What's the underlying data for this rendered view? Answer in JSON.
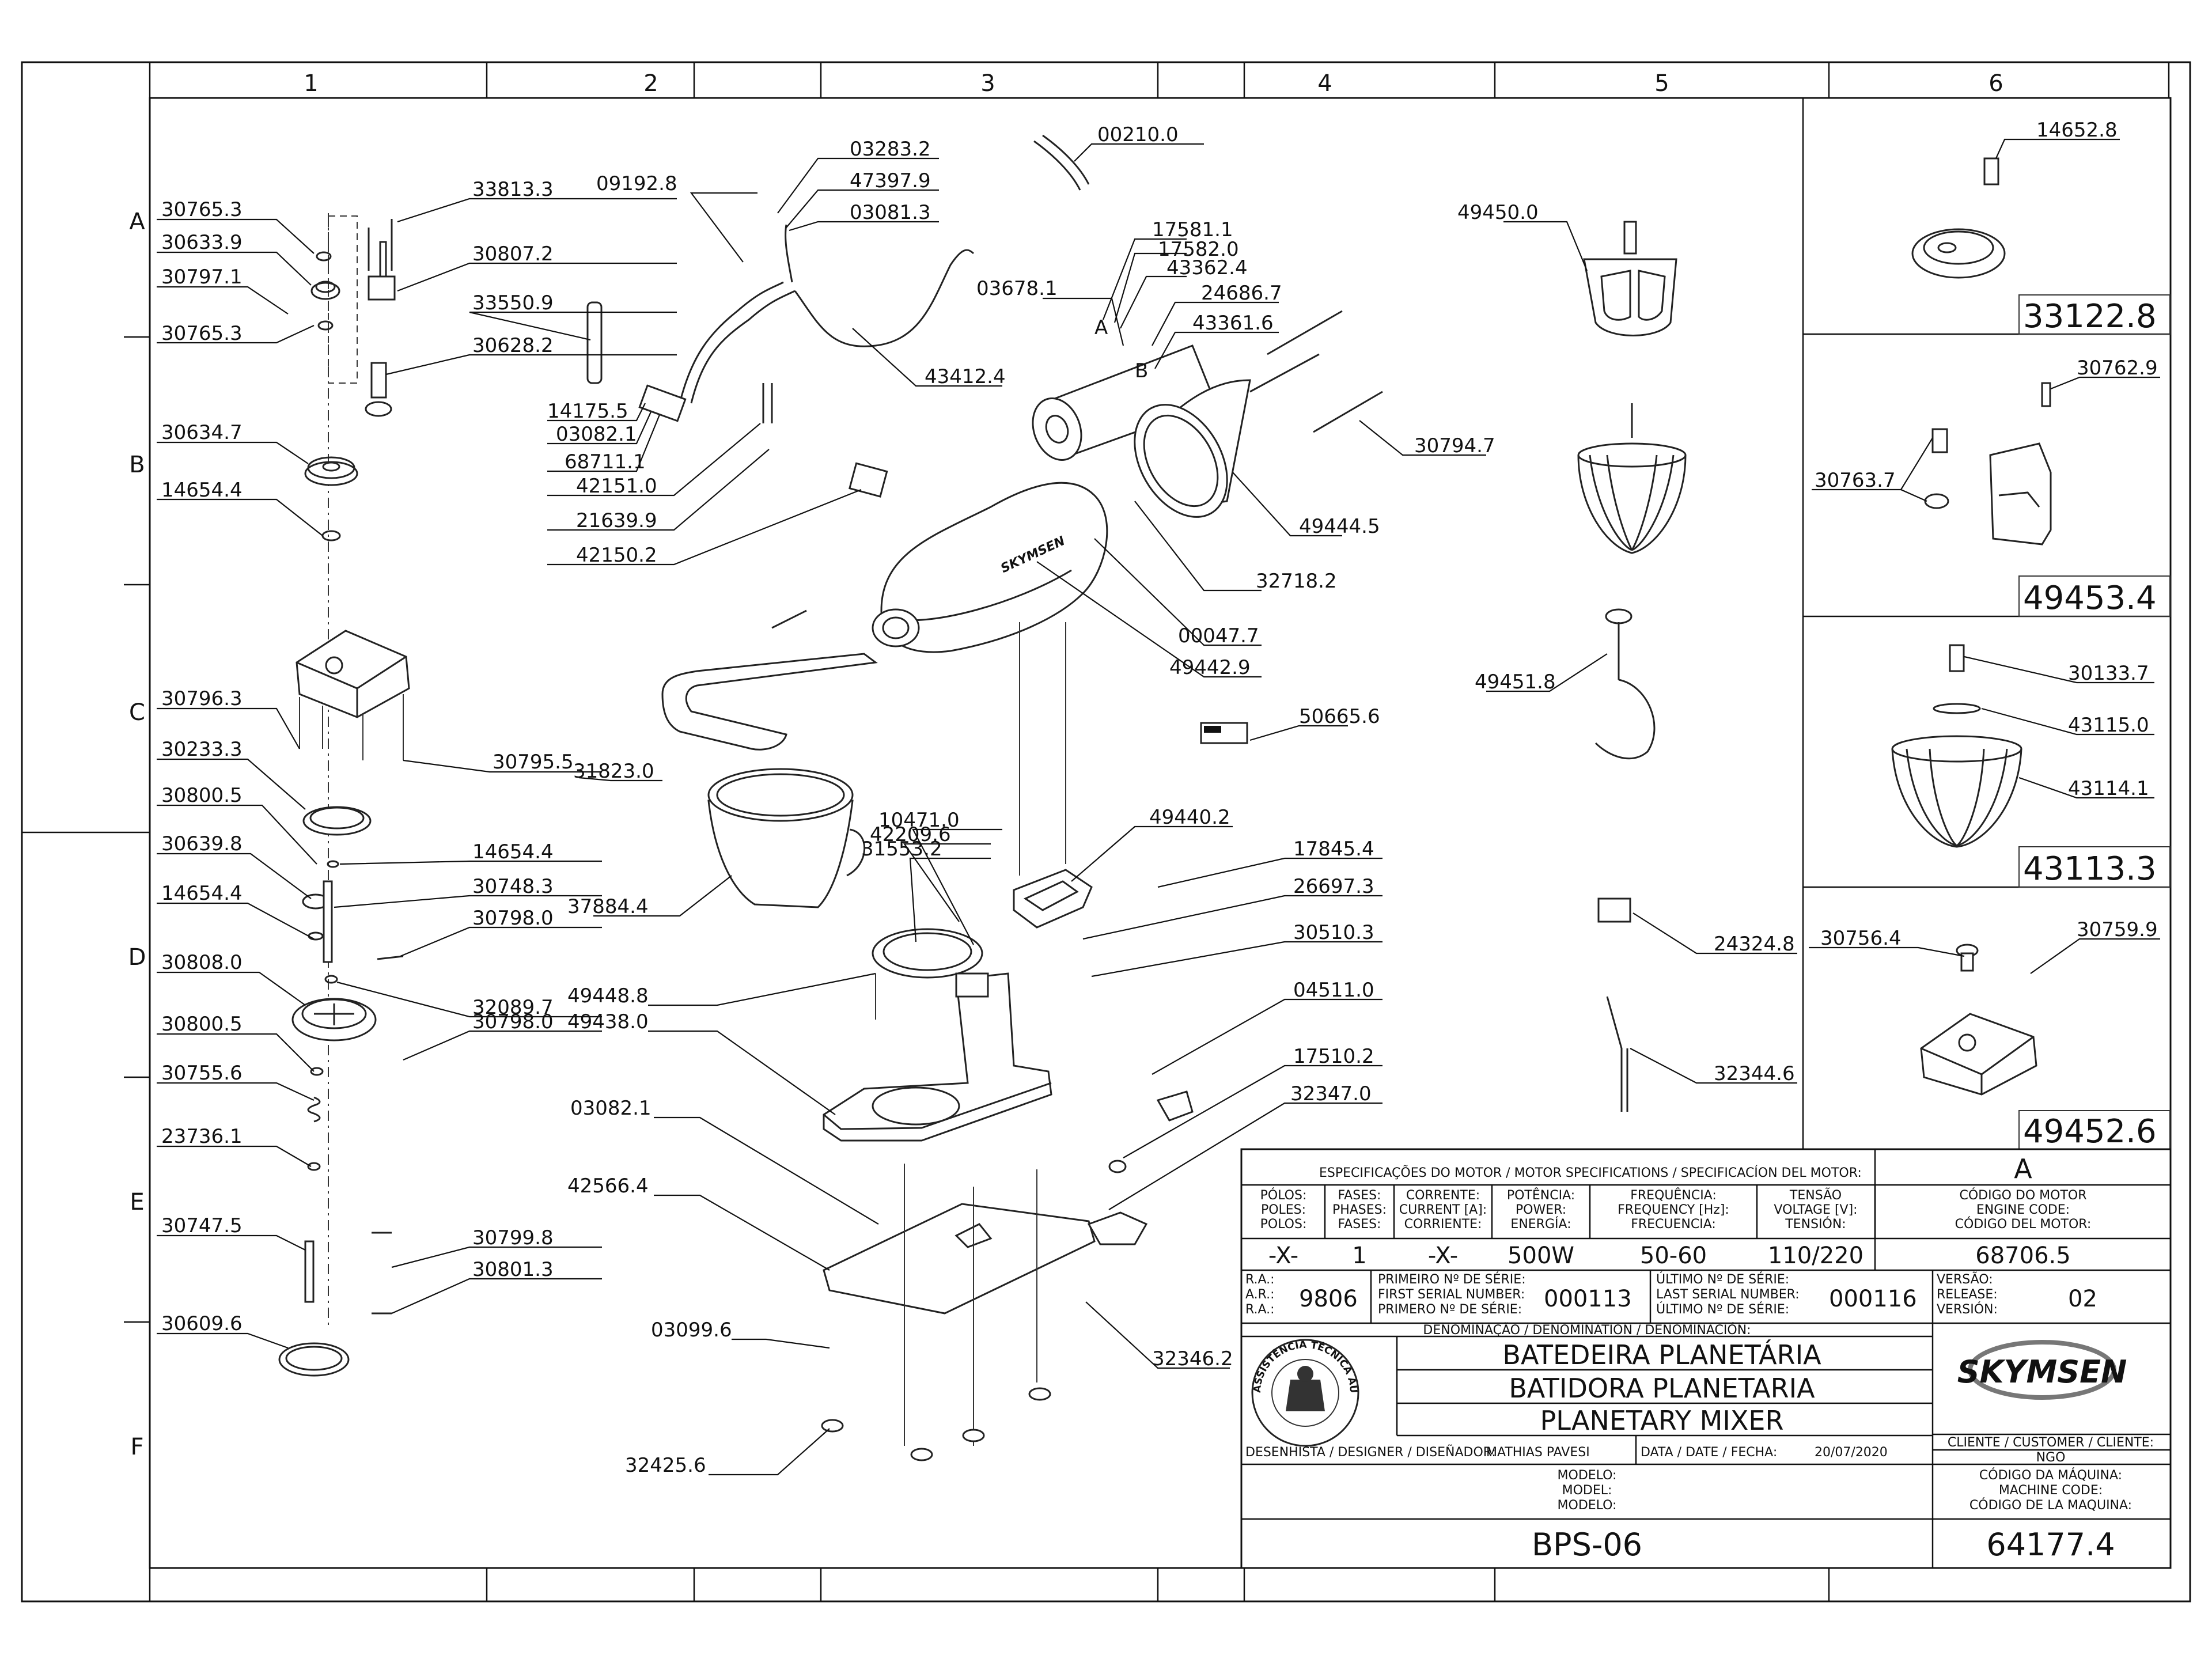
{
  "zones": {
    "columns": [
      "1",
      "2",
      "3",
      "4",
      "5",
      "6"
    ],
    "rows": [
      "A",
      "B",
      "C",
      "D",
      "E",
      "F"
    ]
  },
  "part_labels": {
    "p30765_3_top": "30765.3",
    "p33813_3": "33813.3",
    "p30633_9": "30633.9",
    "p30807_2": "30807.2",
    "p30797_1": "30797.1",
    "p33550_9": "33550.9",
    "p30765_3_bot": "30765.3",
    "p30628_2": "30628.2",
    "p30634_7": "30634.7",
    "p14654_4_b": "14654.4",
    "p30796_3": "30796.3",
    "p30795_5": "30795.5",
    "p30233_3": "30233.3",
    "p30800_5_a": "30800.5",
    "p14654_4_c": "14654.4",
    "p30639_8": "30639.8",
    "p30748_3": "30748.3",
    "p14654_4_d": "14654.4",
    "p30798_0_a": "30798.0",
    "p30808_0": "30808.0",
    "p32089_7": "32089.7",
    "p30798_0_b": "30798.0",
    "p30800_5_b": "30800.5",
    "p30755_6": "30755.6",
    "p23736_1": "23736.1",
    "p30747_5": "30747.5",
    "p30799_8": "30799.8",
    "p30801_3": "30801.3",
    "p30609_6": "30609.6",
    "p03283_2": "03283.2",
    "p00210_0": "00210.0",
    "p09192_8": "09192.8",
    "p47397_9": "47397.9",
    "p03081_3": "03081.3",
    "p17581_1": "17581.1",
    "p17582_0": "17582.0",
    "p43362_4": "43362.4",
    "p03678_1": "03678.1",
    "p24686_7": "24686.7",
    "p43361_6": "43361.6",
    "p43412_4": "43412.4",
    "p14175_5": "14175.5",
    "p03082_1_a": "03082.1",
    "p68711_1": "68711.1",
    "p42151_0": "42151.0",
    "p21639_9": "21639.9",
    "p42150_2": "42150.2",
    "p30794_7": "30794.7",
    "p49444_5": "49444.5",
    "p32718_2": "32718.2",
    "p00047_7": "00047.7",
    "p49442_9": "49442.9",
    "p50665_6": "50665.6",
    "p31823_0": "31823.0",
    "p10471_0": "10471.0",
    "p42209_6": "42209.6",
    "p31553_2": "31553.2",
    "p49440_2": "49440.2",
    "p17845_4": "17845.4",
    "p26697_3": "26697.3",
    "p37884_4": "37884.4",
    "p30510_3": "30510.3",
    "p49448_8": "49448.8",
    "p49438_0": "49438.0",
    "p04511_0": "04511.0",
    "p17510_2": "17510.2",
    "p32347_0": "32347.0",
    "p03082_1_b": "03082.1",
    "p42566_4": "42566.4",
    "p03099_6": "03099.6",
    "p32346_2": "32346.2",
    "p32425_6": "32425.6",
    "p49450_0": "49450.0",
    "p49451_8": "49451.8",
    "p24324_8": "24324.8",
    "p32344_6": "32344.6",
    "p14652_8": "14652.8",
    "p30762_9": "30762.9",
    "p30763_7": "30763.7",
    "p30133_7": "30133.7",
    "p43115_0": "43115.0",
    "p43114_1": "43114.1",
    "p30756_4": "30756.4",
    "p30759_9": "30759.9",
    "callout_a": "A",
    "callout_b": "B"
  },
  "detail_boxes": [
    "33122.8",
    "49453.4",
    "43113.3",
    "49452.6"
  ],
  "decal_text": "SKYMSEN",
  "title_block": {
    "motor_header": "ESPECIFICAÇÕES DO MOTOR / MOTOR SPECIFICATIONS / SPECIFICACÍON DEL MOTOR:",
    "variant": "A",
    "columns": [
      {
        "l1": "PÓLOS:",
        "l2": "POLES:",
        "l3": "POLOS:",
        "value": "-X-"
      },
      {
        "l1": "FASES:",
        "l2": "PHASES:",
        "l3": "FASES:",
        "value": "1"
      },
      {
        "l1": "CORRENTE:",
        "l2": "CURRENT [A]:",
        "l3": "CORRIENTE:",
        "value": "-X-"
      },
      {
        "l1": "POTÊNCIA:",
        "l2": "POWER:",
        "l3": "ENERGÍA:",
        "value": "500W"
      },
      {
        "l1": "FREQUÊNCIA:",
        "l2": "FREQUENCY [Hz]:",
        "l3": "FRECUENCIA:",
        "value": "50-60"
      },
      {
        "l1": "TENSÃO",
        "l2": "VOLTAGE [V]:",
        "l3": "TENSIÓN:",
        "value": "110/220"
      }
    ],
    "motor_code_l1": "CÓDIGO DO MOTOR",
    "motor_code_l2": "ENGINE CODE:",
    "motor_code_l3": "CÓDIGO DEL MOTOR:",
    "motor_code": "68706.5",
    "ra_l1": "R.A.:",
    "ra_l2": "A.R.:",
    "ra_l3": "R.A.:",
    "ra_value": "9806",
    "first_serial_l1": "PRIMEIRO Nº DE SÉRIE:",
    "first_serial_l2": "FIRST SERIAL NUMBER:",
    "first_serial_l3": "PRIMERO Nº DE SÉRIE:",
    "first_serial": "000113",
    "last_serial_l1": "ÚLTIMO Nº DE SÉRIE:",
    "last_serial_l2": "LAST SERIAL NUMBER:",
    "last_serial_l3": "ÚLTIMO Nº DE SÉRIE:",
    "last_serial": "000116",
    "version_l1": "VERSÃO:",
    "version_l2": "RELEASE:",
    "version_l3": "VERSIÓN:",
    "version": "02",
    "denomination_header": "DENOMINAÇÃO / DENOMINATION / DENOMINACIÓN:",
    "name_pt": "BATEDEIRA PLANETÁRIA",
    "name_es": "BATIDORA PLANETARIA",
    "name_en": "PLANETARY MIXER",
    "brand": "SKYMSEN",
    "client_header": "CLIENTE / CUSTOMER / CLIENTE:",
    "client": "NGO",
    "designer_label": "DESENHISTA / DESIGNER / DISEÑADOR:",
    "designer": "MATHIAS PAVESI",
    "date_label": "DATA / DATE / FECHA:",
    "date": "20/07/2020",
    "model_l1": "MODELO:",
    "model_l2": "MODEL:",
    "model_l3": "MODELO:",
    "model": "BPS-06",
    "machine_code_l1": "CÓDIGO DA MÁQUINA:",
    "machine_code_l2": "MACHINE CODE:",
    "machine_code_l3": "CÓDIGO DE LA MAQUINA:",
    "machine_code": "64177.4",
    "stamp_text": "ASSISTÊNCIA TÉCNICA AUTORIZADA"
  }
}
